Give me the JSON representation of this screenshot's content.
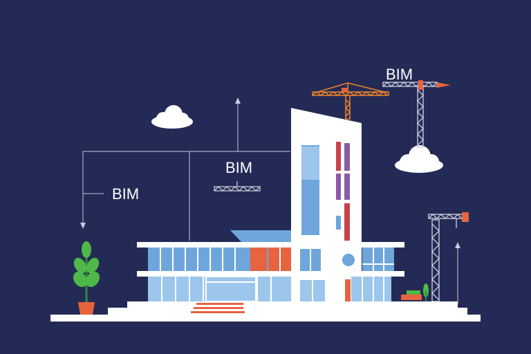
{
  "labels": {
    "left": "BIM",
    "center": "BIM",
    "top_right": "BIM"
  },
  "colors": {
    "background": "#232a55",
    "building_white": "#ffffff",
    "glass": "#6ea6db",
    "glass_light": "#9cc6ec",
    "accent_orange": "#e8633f",
    "accent_purple": "#8a5aa6",
    "accent_red": "#c9424a",
    "crane_orange": "#e5822b",
    "crane_gray": "#c8ccd8",
    "plant_green": "#4fb848",
    "pot_orange": "#e5633a",
    "cloud": "#ffffff",
    "line": "#c7cbe0"
  },
  "icons": [
    "cloud-icon",
    "crane-icon",
    "plant-icon",
    "bench-icon",
    "arrow-up-icon",
    "arrow-down-icon"
  ]
}
